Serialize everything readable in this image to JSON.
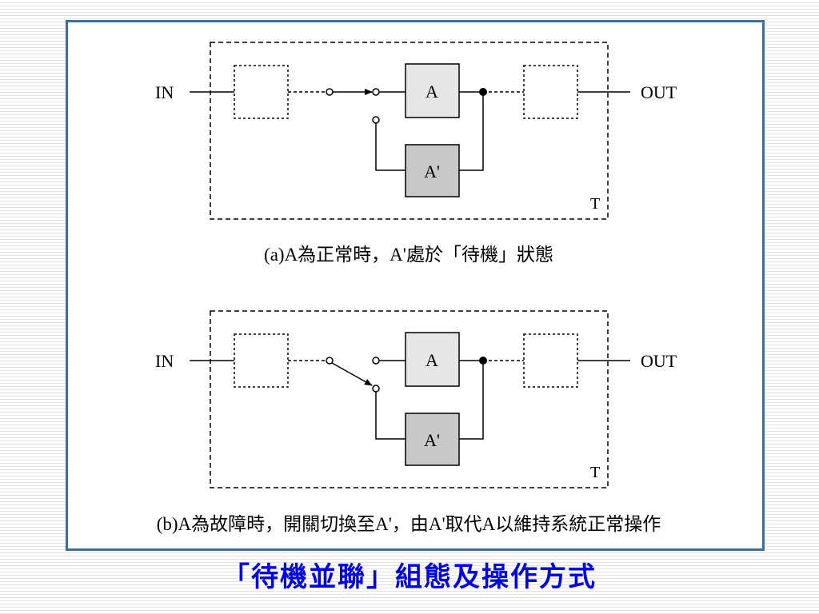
{
  "slide_title": "「待機並聯」組態及操作方式",
  "colors": {
    "frame_border": "#3c6ea4",
    "title": "#0000e6",
    "block_a_fill": "#e6e6e6",
    "block_a_prime_fill": "#c8c8c8"
  },
  "diagram_a": {
    "input_label": "IN",
    "output_label": "OUT",
    "block_primary": "A",
    "block_standby": "A'",
    "system_label": "T",
    "caption": "(a)A為正常時，A'處於「待機」狀態"
  },
  "diagram_b": {
    "input_label": "IN",
    "output_label": "OUT",
    "block_primary": "A",
    "block_standby": "A'",
    "system_label": "T",
    "caption": "(b)A為故障時，開關切換至A'，由A'取代A以維持系統正常操作"
  }
}
